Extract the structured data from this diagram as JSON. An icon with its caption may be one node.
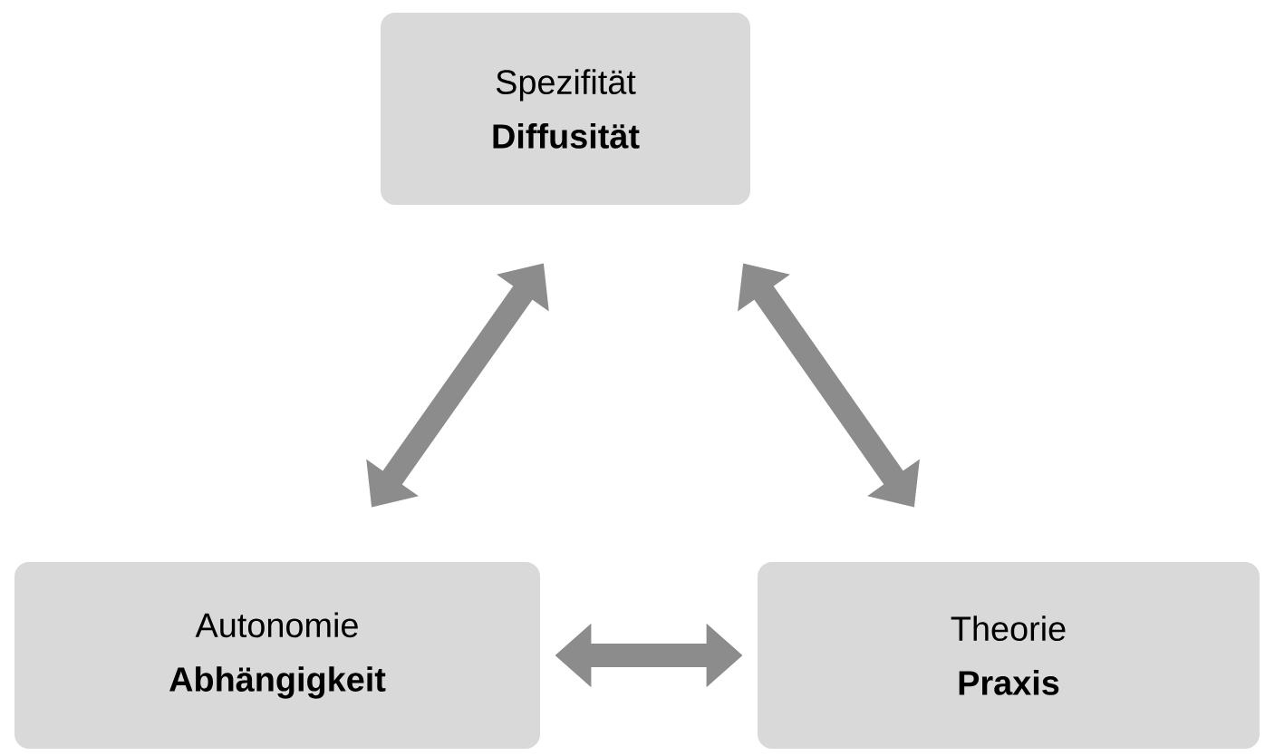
{
  "diagram": {
    "nodes": [
      {
        "text": [
          "Spezifität",
          "Diffusität"
        ]
      },
      {
        "text": [
          "Autonomie",
          "Abhängigkeit"
        ]
      },
      {
        "text": [
          "Theorie",
          "Praxis"
        ]
      }
    ],
    "edges": [
      {
        "from": 0,
        "to": 1,
        "arrow": "both"
      },
      {
        "from": 0,
        "to": 2,
        "arrow": "both"
      },
      {
        "from": 1,
        "to": 2,
        "arrow": "both"
      }
    ]
  }
}
